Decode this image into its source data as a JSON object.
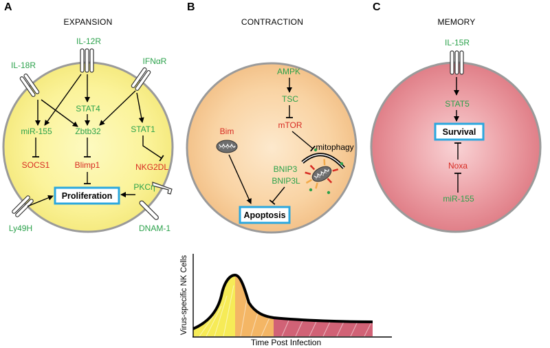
{
  "panels": {
    "a": {
      "letter": "A",
      "title": "EXPANSION",
      "receptors": {
        "il12r": "IL-12R",
        "il18r": "IL-18R",
        "ifnar": "IFNαR",
        "ly49h": "Ly49H",
        "dnam1": "DNAM-1"
      },
      "nodes": {
        "stat4": "STAT4",
        "mir155": "miR-155",
        "zbtb32": "Zbtb32",
        "stat1": "STAT1",
        "socs1": "SOCS1",
        "blimp1": "Blimp1",
        "nkg2dl": "NKG2DL",
        "pkc": "PKCη"
      },
      "outcome": "Proliferation"
    },
    "b": {
      "letter": "B",
      "title": "CONTRACTION",
      "nodes": {
        "ampk": "AMPK",
        "tsc": "TSC",
        "mtor": "mTOR",
        "bim": "Bim",
        "mitophagy": "mitophagy",
        "bnip3": "BNIP3",
        "bnip3l": "BNIP3L"
      },
      "outcome": "Apoptosis"
    },
    "c": {
      "letter": "C",
      "title": "MEMORY",
      "receptors": {
        "il15r": "IL-15R"
      },
      "nodes": {
        "stat5": "STAT5",
        "noxa": "Noxa",
        "mir155": "miR-155"
      },
      "outcome": "Survival"
    }
  },
  "kinetics_plot": {
    "ylabel": "Virus-specific NK Cells",
    "xlabel": "Time Post Infection",
    "phase_colors": {
      "expansion": "#f5e83a",
      "contraction": "#f2a94a",
      "memory": "#c9475e"
    }
  },
  "colors": {
    "green": "#2aa14a",
    "red": "#d72a22",
    "box": "#2aa7df",
    "cell_border": "#9a9a9a"
  }
}
